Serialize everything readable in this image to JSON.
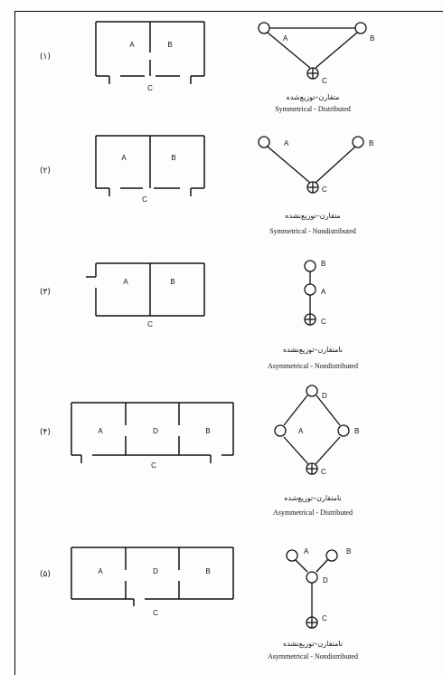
{
  "rows": [
    {
      "number": "(۱)",
      "plan": {
        "rooms": [
          "A",
          "B"
        ],
        "entry": "C"
      },
      "graph": {
        "nodes": [
          "A",
          "B",
          "C"
        ]
      },
      "caption_fa": "متقارن–توزیع‌شده",
      "caption_en": "Symmetrical - Distributed"
    },
    {
      "number": "(۲)",
      "plan": {
        "rooms": [
          "A",
          "B"
        ],
        "entry": "C"
      },
      "graph": {
        "nodes": [
          "A",
          "B",
          "C"
        ]
      },
      "caption_fa": "متقارن–توزیع‌نشده",
      "caption_en": "Symmetrical - Nondistributed"
    },
    {
      "number": "(۳)",
      "plan": {
        "rooms": [
          "A",
          "B"
        ],
        "entry": "C"
      },
      "graph": {
        "nodes": [
          "B",
          "A",
          "C"
        ]
      },
      "caption_fa": "نامتقارن–توزیع‌نشده",
      "caption_en": "Asymmetrical - Nondistributed"
    },
    {
      "number": "(۴)",
      "plan": {
        "rooms": [
          "A",
          "D",
          "B"
        ],
        "entry": "C"
      },
      "graph": {
        "nodes": [
          "D",
          "A",
          "B",
          "C"
        ]
      },
      "caption_fa": "نامتقارن–توزیع‌شده",
      "caption_en": "Asymmetrical - Distributed"
    },
    {
      "number": "(۵)",
      "plan": {
        "rooms": [
          "A",
          "D",
          "B"
        ],
        "entry": "C"
      },
      "graph": {
        "nodes": [
          "A",
          "B",
          "D",
          "C"
        ]
      },
      "caption_fa": "نامتقارن–توزیع‌نشده",
      "caption_en": "Asymmetrical - Nondistributed"
    }
  ]
}
